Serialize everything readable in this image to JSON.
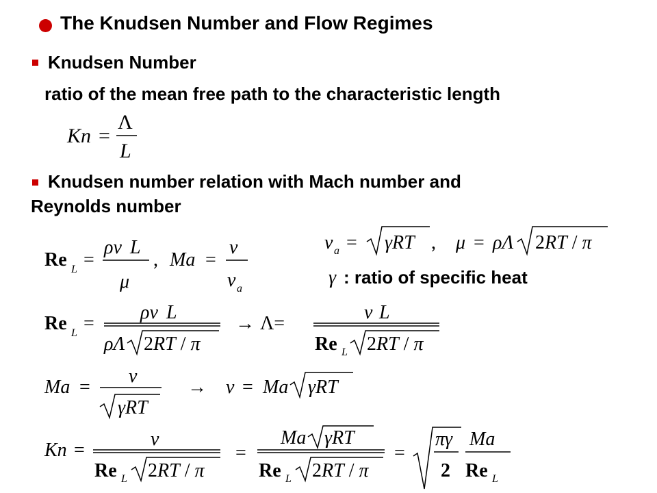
{
  "slide": {
    "title": "The Knudsen Number and Flow Regimes",
    "section1": {
      "heading": "Knudsen Number",
      "description": "ratio of the mean free path to the characteristic length"
    },
    "section2": {
      "heading_line1": "Knudsen number relation with Mach number and",
      "heading_line2": "Reynolds number"
    },
    "gamma_note": ": ratio of specific heat"
  },
  "colors": {
    "bullet": "#cc0000",
    "text": "#000000",
    "background": "#ffffff"
  }
}
